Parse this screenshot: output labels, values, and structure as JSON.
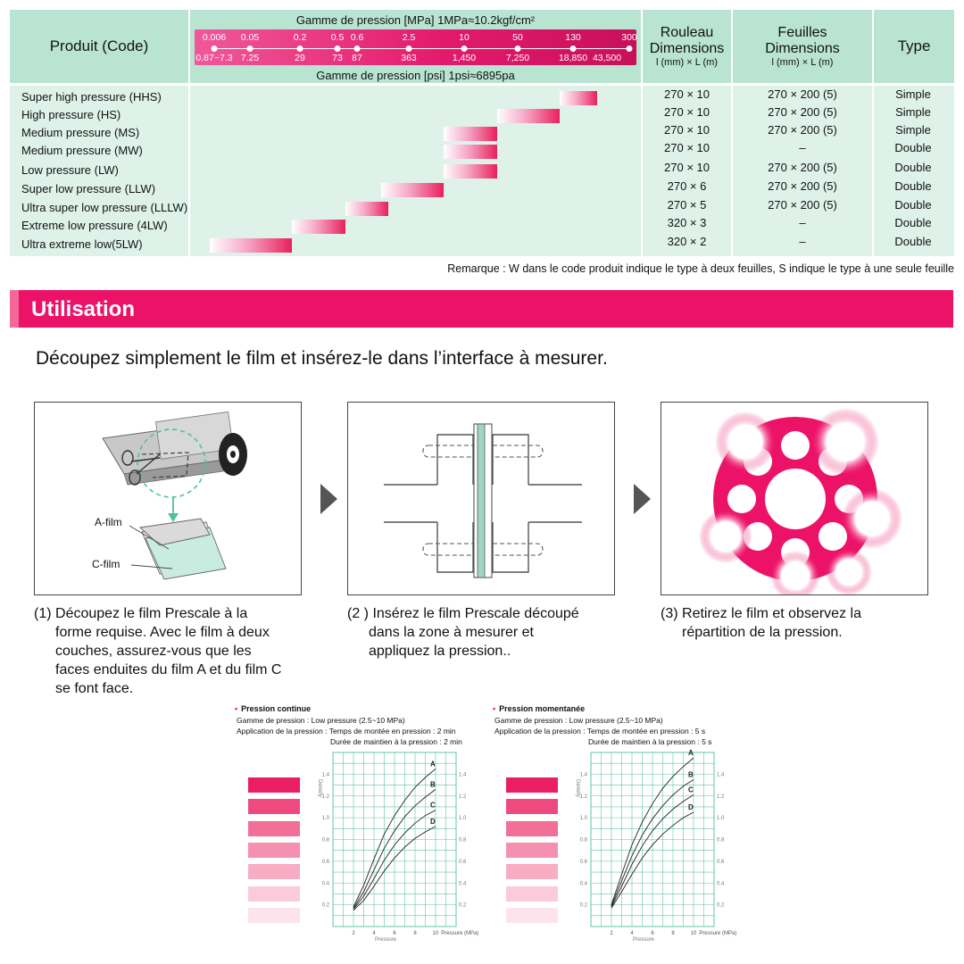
{
  "table": {
    "col_product": "Produit (Code)",
    "range_title_mpa": "Gamme de pression [MPa] 1MPa≈10.2kgf/cm²",
    "range_title_psi": "Gamme de pression [psi] 1psi≈6895pa",
    "mpa_ticks": [
      "0.006",
      "0.05",
      "0.2",
      "0.5",
      "0.6",
      "2.5",
      "10",
      "50",
      "130",
      "300"
    ],
    "psi_ticks": [
      "0.87~7.3",
      "7.25",
      "29",
      "73",
      "87",
      "363",
      "1,450",
      "7,250",
      "18,850",
      "43,500"
    ],
    "col_roll": {
      "line1": "Rouleau",
      "line2": "Dimensions",
      "line3": "l (mm) × L (m)"
    },
    "col_sheet": {
      "line1": "Feuilles",
      "line2": "Dimensions",
      "line3": "l (mm) × L (m)"
    },
    "col_type": "Type",
    "rows": [
      {
        "name": "Super high pressure (HHS)",
        "roll": "270 × 10",
        "sheet": "270 × 200 (5)",
        "type": "Simple",
        "range_mpa": [
          50,
          130
        ]
      },
      {
        "name": "High pressure (HS)",
        "roll": "270 × 10",
        "sheet": "270 × 200 (5)",
        "type": "Simple",
        "range_mpa": [
          10,
          50
        ]
      },
      {
        "name": "Medium pressure (MS)",
        "roll": "270 × 10",
        "sheet": "270 × 200 (5)",
        "type": "Simple",
        "range_mpa": [
          2.5,
          10
        ]
      },
      {
        "name": "Medium pressure (MW)",
        "roll": "270 × 10",
        "sheet": "–",
        "type": "Double",
        "range_mpa": [
          2.5,
          10
        ]
      },
      {
        "name": "Low pressure (LW)",
        "roll": "270 × 10",
        "sheet": "270 × 200 (5)",
        "type": "Double",
        "range_mpa": [
          2.5,
          10
        ]
      },
      {
        "name": "Super low pressure (LLW)",
        "roll": "270 × 6",
        "sheet": "270 × 200 (5)",
        "type": "Double",
        "range_mpa": [
          0.5,
          2.5
        ]
      },
      {
        "name": "Ultra super low pressure (LLLW)",
        "roll": "270 × 5",
        "sheet": "270 × 200 (5)",
        "type": "Double",
        "range_mpa": [
          0.2,
          0.6
        ]
      },
      {
        "name": "Extreme low pressure (4LW)",
        "roll": "320 × 3",
        "sheet": "–",
        "type": "Double",
        "range_mpa": [
          0.05,
          0.2
        ]
      },
      {
        "name": "Ultra extreme low(5LW)",
        "roll": "320 × 2",
        "sheet": "–",
        "type": "Double",
        "range_mpa": [
          0.006,
          0.05
        ]
      }
    ],
    "remark": "Remarque : W dans le code produit indique le type à deux feuilles, S indique le type à une seule feuille"
  },
  "section": {
    "title": "Utilisation",
    "intro": "Découpez simplement le film et insérez-le dans l’interface à mesurer."
  },
  "panels": {
    "a_film_label": "A-film",
    "c_film_label": "C-film"
  },
  "steps": [
    {
      "num": "(1)",
      "lines": [
        "Découpez le film Prescale à la",
        "forme requise. Avec le film à deux",
        "couches, assurez-vous que les",
        "faces enduites du film A et du film C",
        "se font face."
      ]
    },
    {
      "num": "(2 )",
      "lines": [
        "Insérez le film Prescale découpé",
        "dans la zone à mesurer et",
        "appliquez la pression.."
      ]
    },
    {
      "num": "(3)",
      "lines": [
        "Retirez le film et observez la",
        "répartition de la pression."
      ]
    }
  ],
  "chart_data": [
    {
      "type": "line",
      "title": "Pression continue",
      "subtitle_lines": [
        "Gamme de pression : Low pressure (2.5~10 MPa)",
        "Application de la pression : Temps de montée en pression : 2 min",
        "Durée de maintien à la pression : 2  min"
      ],
      "xlabel": "Pressure",
      "ylabel": "Density",
      "x_unit_label": "Pressure (MPa)",
      "xlim": [
        0,
        12
      ],
      "ylim": [
        0,
        1.6
      ],
      "x_ticks": [
        "2",
        "4",
        "6",
        "8",
        "10"
      ],
      "y_ticks": [
        "0.2",
        "0.4",
        "0.6",
        "0.8",
        "1.0",
        "1.2",
        "1.4"
      ],
      "series": [
        {
          "name": "A",
          "x": [
            2,
            3,
            4,
            5,
            6,
            7,
            8,
            9,
            10
          ],
          "y": [
            0.18,
            0.38,
            0.62,
            0.85,
            1.02,
            1.16,
            1.28,
            1.37,
            1.45
          ]
        },
        {
          "name": "B",
          "x": [
            2,
            3,
            4,
            5,
            6,
            7,
            8,
            9,
            10
          ],
          "y": [
            0.17,
            0.32,
            0.52,
            0.72,
            0.88,
            1.01,
            1.11,
            1.19,
            1.26
          ]
        },
        {
          "name": "C",
          "x": [
            2,
            3,
            4,
            5,
            6,
            7,
            8,
            9,
            10
          ],
          "y": [
            0.16,
            0.28,
            0.44,
            0.61,
            0.75,
            0.86,
            0.95,
            1.02,
            1.07
          ]
        },
        {
          "name": "D",
          "x": [
            2,
            3,
            4,
            5,
            6,
            7,
            8,
            9,
            10
          ],
          "y": [
            0.15,
            0.24,
            0.37,
            0.51,
            0.63,
            0.73,
            0.81,
            0.87,
            0.92
          ]
        }
      ],
      "swatch_colors": [
        "#e91e63",
        "#ee4a7f",
        "#f26f97",
        "#f590b0",
        "#f8adc4",
        "#fbcadb",
        "#fde3ec"
      ]
    },
    {
      "type": "line",
      "title": "Pression momentanée",
      "subtitle_lines": [
        "Gamme de pression : Low pressure (2.5~10 MPa)",
        "Application de la pression : Temps de montée en pression : 5 s",
        "Durée de maintien à la pression : 5 s"
      ],
      "xlabel": "Pressure",
      "ylabel": "Density",
      "x_unit_label": "Pressure (MPa)",
      "xlim": [
        0,
        12
      ],
      "ylim": [
        0,
        1.6
      ],
      "x_ticks": [
        "2",
        "4",
        "6",
        "8",
        "10"
      ],
      "y_ticks": [
        "0.2",
        "0.4",
        "0.6",
        "0.8",
        "1.0",
        "1.2",
        "1.4"
      ],
      "series": [
        {
          "name": "A",
          "x": [
            2,
            3,
            4,
            5,
            6,
            7,
            8,
            9,
            10
          ],
          "y": [
            0.2,
            0.48,
            0.75,
            0.96,
            1.13,
            1.27,
            1.38,
            1.47,
            1.55
          ]
        },
        {
          "name": "B",
          "x": [
            2,
            3,
            4,
            5,
            6,
            7,
            8,
            9,
            10
          ],
          "y": [
            0.19,
            0.42,
            0.65,
            0.84,
            0.99,
            1.11,
            1.21,
            1.29,
            1.35
          ]
        },
        {
          "name": "C",
          "x": [
            2,
            3,
            4,
            5,
            6,
            7,
            8,
            9,
            10
          ],
          "y": [
            0.18,
            0.37,
            0.57,
            0.74,
            0.88,
            0.99,
            1.08,
            1.15,
            1.21
          ]
        },
        {
          "name": "D",
          "x": [
            2,
            3,
            4,
            5,
            6,
            7,
            8,
            9,
            10
          ],
          "y": [
            0.17,
            0.32,
            0.48,
            0.63,
            0.75,
            0.85,
            0.93,
            1.0,
            1.05
          ]
        }
      ],
      "swatch_colors": [
        "#e91e63",
        "#ee4a7f",
        "#f26f97",
        "#f590b0",
        "#f8adc4",
        "#fbcadb",
        "#fde3ec"
      ]
    }
  ]
}
